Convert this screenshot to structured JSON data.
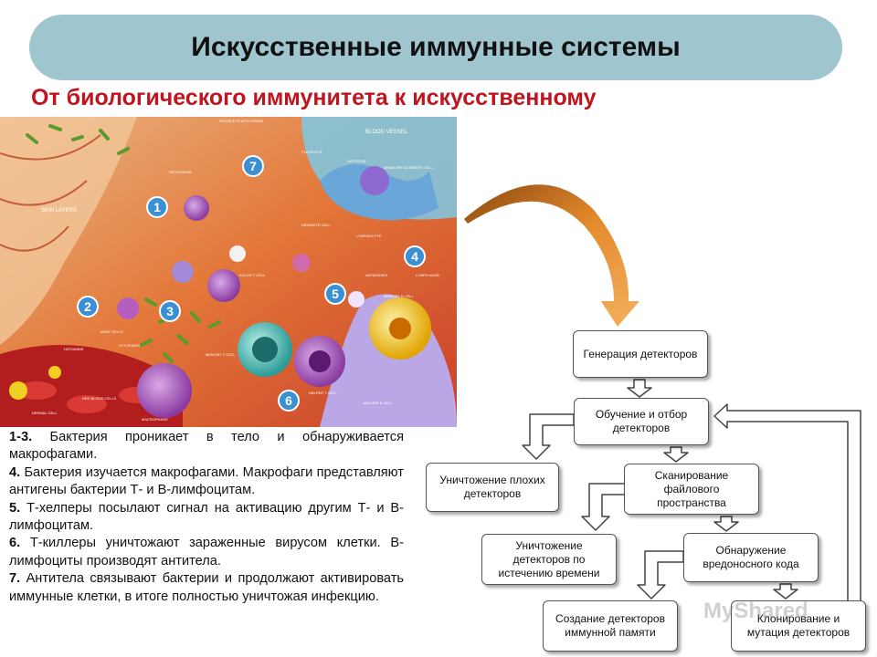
{
  "title": "Искусственные иммунные системы",
  "subtitle": "От биологического иммунитета к искусственному",
  "illustration": {
    "labels": {
      "skin_layers": "SKIN LAYERS",
      "blood_vessel": "BLOOD VESSEL",
      "platelets_with_fibrin": "PLATELETS WITH FIBRIN",
      "platelets": "PLATELETS",
      "pathogens": "PATHOGENS",
      "antigens": "ANTIGENS",
      "immature_dendrite_cell": "IMMATURE DENDRITE CELL",
      "dendrite_cell": "DENDRITE CELL",
      "lymphocyte": "LYMPHOCYTE",
      "lymph_node": "LYMPH NODE",
      "killer_t_cell": "KILLER T CELL",
      "antibodies": "ANTIBODIES",
      "memory_b_cell": "MEMORY B CELL",
      "mast_cells": "MAST CELLS",
      "cytokines": "CYTOKINES",
      "histamine": "HISTAMINE",
      "red_blood_cells": "RED BLOOD CELLS",
      "dermal_cell": "DERMAL CELL",
      "macrophage": "MACROPHAGE",
      "memory_t_cell": "MEMORY T CELL",
      "helper_t_cell": "HELPER T CELL",
      "mature_b_cell": "MATURE B CELL"
    },
    "markers": [
      "1",
      "2",
      "3",
      "4",
      "5",
      "6",
      "7"
    ]
  },
  "legend": [
    {
      "num": "1-3.",
      "text": " Бактерия проникает в тело и обнаруживается макрофагами."
    },
    {
      "num": "4.",
      "text": " Бактерия изучается макрофагами. Макрофаги представляют антигены бактерии Т- и В-лимфоцитам."
    },
    {
      "num": "5.",
      "text": " Т-хелперы посылают сигнал на активацию другим Т- и В-лимфоцитам."
    },
    {
      "num": "6.",
      "text": " Т-киллеры уничтожают зараженные вирусом клетки. В-лимфоциты производят антитела."
    },
    {
      "num": "7.",
      "text": " Антитела связывают бактерии и продолжают активировать иммунные клетки, в итоге полностью уничтожая инфекцию."
    }
  ],
  "flowchart": {
    "generation": "Генерация детекторов",
    "training": "Обучение и отбор детекторов",
    "destroy_bad": "Уничтожение плохих детекторов",
    "scanning": "Сканирование файлового пространства",
    "destroy_expired": "Уничтожение детекторов по истечению времени",
    "detection": "Обнаружение вредоносного кода",
    "memory": "Создание детекторов иммунной памяти",
    "cloning": "Клонирование и мутация детекторов"
  },
  "watermark": "MyShared",
  "colors": {
    "title_bg": "#9fc6cf",
    "subtitle": "#c0151f",
    "curved_arrow": "#e58a2c"
  }
}
